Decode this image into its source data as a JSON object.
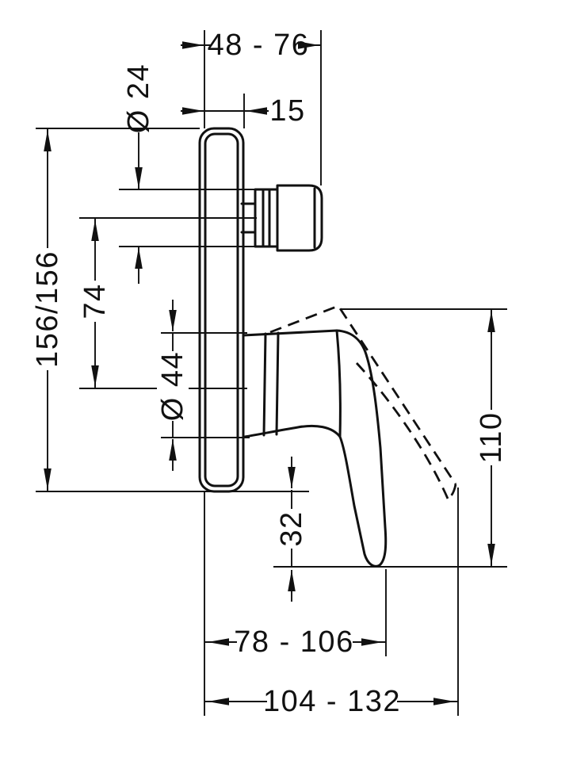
{
  "drawing": {
    "dimensions": {
      "depth_range": "48 - 76",
      "escutcheon_offset": "15",
      "knob_diameter": "Ø 24",
      "plate_height": "156/156",
      "knob_to_handle": "74",
      "handle_hub_diameter": "Ø 44",
      "handle_height": "110",
      "handle_drop": "32",
      "reach_range": "78 - 106",
      "reach_range_raised": "104 - 132"
    }
  }
}
